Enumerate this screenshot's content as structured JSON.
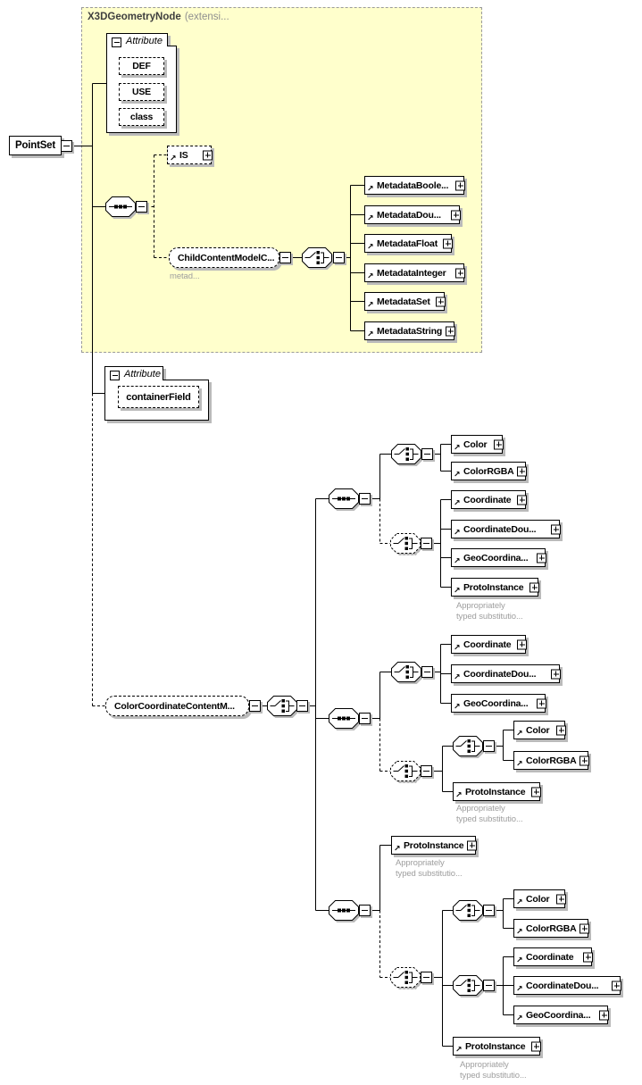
{
  "labels": {
    "pointset": "PointSet",
    "x3d_geometry_node": "X3DGeometryNode",
    "x3d_geometry_node_suffix": "(extensi...",
    "attribute": "Attribute",
    "def": "DEF",
    "use": "USE",
    "class": "class",
    "is": "IS",
    "child_content_model": "ChildContentModelC...",
    "metadata_boolean": "MetadataBoole...",
    "metadata_double": "MetadataDou...",
    "metadata_float": "MetadataFloat",
    "metadata_integer": "MetadataInteger",
    "metadata_set": "MetadataSet",
    "metadata_string": "MetadataString",
    "container_field": "containerField",
    "color_coordinate_content_model": "ColorCoordinateContentM...",
    "color": "Color",
    "color_rgba": "ColorRGBA",
    "coordinate": "Coordinate",
    "coordinate_double": "CoordinateDou...",
    "geo_coordinate": "GeoCoordina...",
    "proto_instance": "ProtoInstance"
  },
  "annotations": {
    "metadata_truncated": "metad...",
    "substitution_line1": "Appropriately",
    "substitution_line2": "typed substitutio..."
  },
  "icons": {
    "collapse": "−",
    "expand": "+",
    "element_reference": "↗",
    "sequence": "sequence-compositor",
    "choice": "choice-compositor"
  },
  "colors": {
    "group_fill": "#ffffcc",
    "group_border": "#9a9a9a",
    "box_border": "#000000",
    "shadow": "#bababa",
    "annotation_text": "#9e9e9e",
    "title_suffix": "#8f8f8f"
  }
}
